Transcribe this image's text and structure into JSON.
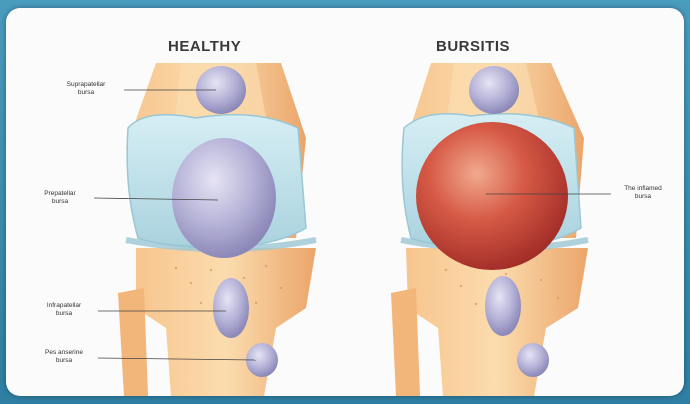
{
  "titles": {
    "healthy": "HEALTHY",
    "bursitis": "BURSITIS"
  },
  "labels": {
    "suprapatellar_line1": "Suprapatellar",
    "suprapatellar_line2": "bursa",
    "prepatellar_line1": "Prepatellar",
    "prepatellar_line2": "bursa",
    "infrapatellar_line1": "Infrapatellar",
    "infrapatellar_line2": "bursa",
    "pes_anserine_line1": "Pes anserine",
    "pes_anserine_line2": "bursa",
    "inflamed_line1": "The inflamed",
    "inflamed_line2": "bursa"
  },
  "colors": {
    "bone": "#f2b57a",
    "bone_light": "#f9d7a6",
    "tendon": "#e9a56a",
    "capsule": "#bfe0ea",
    "bursa": "#b5b3d6",
    "inflamed": "#c8463a"
  }
}
